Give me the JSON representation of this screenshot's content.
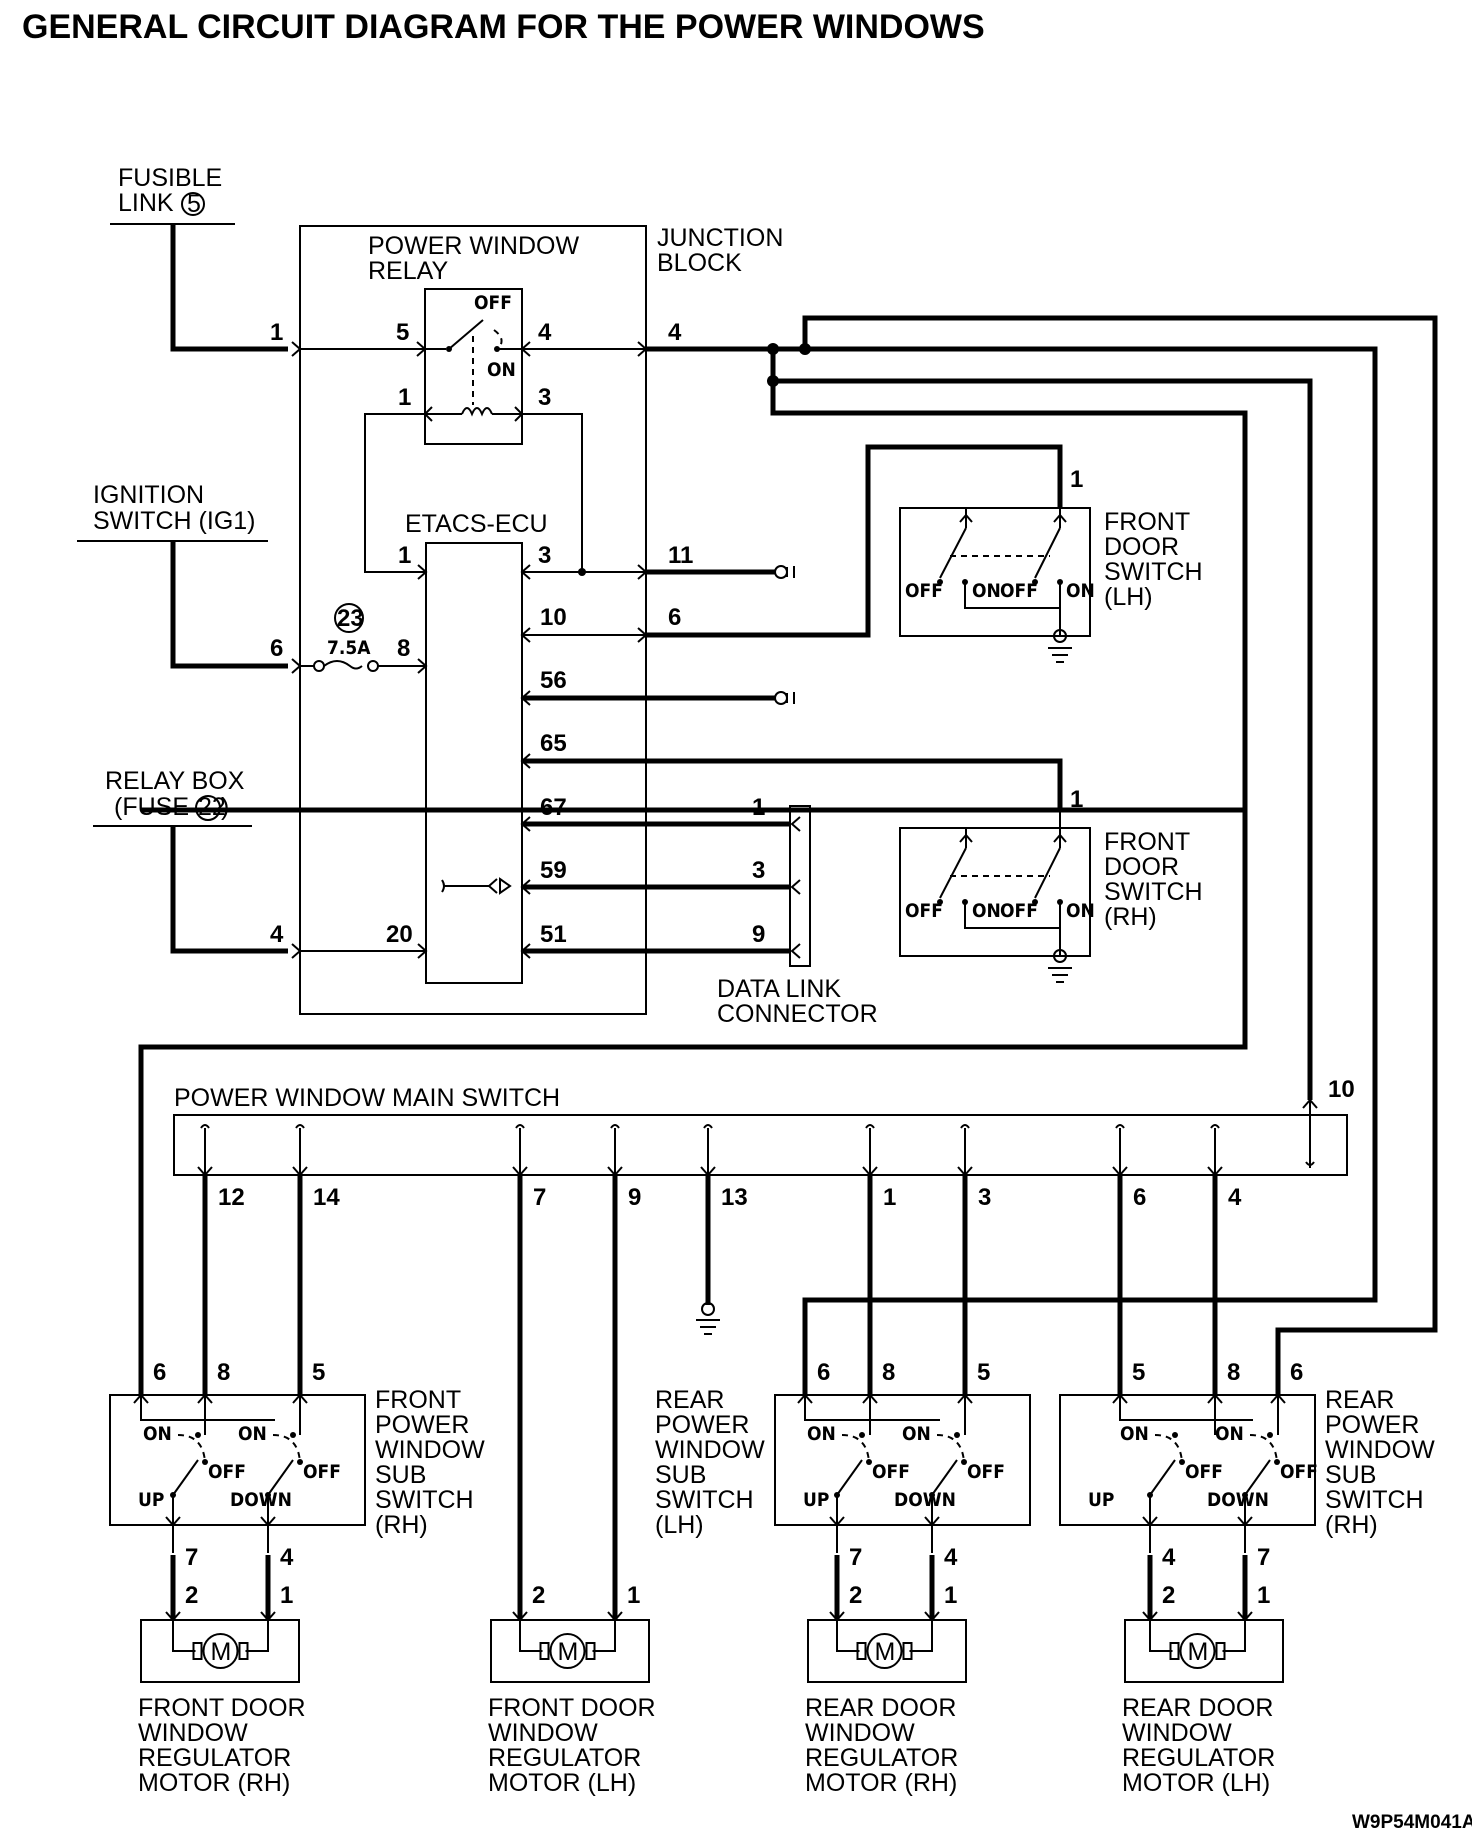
{
  "title": "GENERAL CIRCUIT DIAGRAM FOR THE POWER WINDOWS",
  "figure_code": "W9P54M041A",
  "sources": {
    "fusible_link": [
      "FUSIBLE",
      "LINK"
    ],
    "fusible_link_no": "5",
    "ignition_switch": [
      "IGNITION",
      "SWITCH (IG1)"
    ],
    "relay_box": [
      "RELAY BOX",
      "(FUSE",
      ")"
    ],
    "relay_box_fuse_no": "22"
  },
  "junction_block": {
    "label": [
      "JUNCTION",
      "BLOCK"
    ],
    "relay_label": [
      "POWER WINDOW",
      "RELAY"
    ],
    "relay_off": "OFF",
    "relay_on": "ON",
    "ecu_label": "ETACS-ECU",
    "fuse_no": "23",
    "fuse_rating": "7.5A",
    "pins": {
      "jb_in_fl": "1",
      "jb_in_ig": "6",
      "jb_in_rb": "4",
      "relay_5": "5",
      "relay_4": "4",
      "relay_1": "1",
      "relay_3": "3",
      "jb_out_4": "4",
      "jb_out_11": "11",
      "jb_out_6": "6",
      "ecu_1": "1",
      "ecu_3": "3",
      "ecu_8": "8",
      "ecu_20": "20",
      "ecu_10": "10",
      "ecu_56": "56",
      "ecu_65": "65",
      "ecu_67": "67",
      "ecu_59": "59",
      "ecu_51": "51"
    }
  },
  "data_link_connector": {
    "label": [
      "DATA LINK",
      "CONNECTOR"
    ],
    "pins": [
      "1",
      "3",
      "9"
    ]
  },
  "front_door_switch_lh": {
    "label": [
      "FRONT",
      "DOOR",
      "SWITCH",
      "(LH)"
    ],
    "pin": "1",
    "states": [
      "OFF",
      "ON",
      "OFF",
      "ON"
    ]
  },
  "front_door_switch_rh": {
    "label": [
      "FRONT",
      "DOOR",
      "SWITCH",
      "(RH)"
    ],
    "pin": "1",
    "states": [
      "OFF",
      "ON",
      "OFF",
      "ON"
    ]
  },
  "main_switch": {
    "label": "POWER WINDOW MAIN SWITCH",
    "pins": [
      "12",
      "14",
      "7",
      "9",
      "13",
      "1",
      "3",
      "6",
      "4",
      "10"
    ]
  },
  "sub_switches": [
    {
      "label": [
        "FRONT",
        "POWER",
        "WINDOW",
        "SUB",
        "SWITCH",
        "(RH)"
      ],
      "top_pins": [
        "6",
        "8",
        "5"
      ],
      "bottom_pins": [
        "7",
        "4"
      ],
      "states": [
        "ON",
        "ON",
        "OFF",
        "OFF",
        "UP",
        "DOWN"
      ]
    },
    {
      "label": [
        "REAR",
        "POWER",
        "WINDOW",
        "SUB",
        "SWITCH",
        "(LH)"
      ],
      "top_pins": [
        "6",
        "8",
        "5"
      ],
      "bottom_pins": [
        "7",
        "4"
      ],
      "states": [
        "ON",
        "ON",
        "OFF",
        "OFF",
        "UP",
        "DOWN"
      ]
    },
    {
      "label": [
        "REAR",
        "POWER",
        "WINDOW",
        "SUB",
        "SWITCH",
        "(RH)"
      ],
      "top_pins": [
        "5",
        "8",
        "6"
      ],
      "bottom_pins": [
        "4",
        "7"
      ],
      "states": [
        "ON",
        "ON",
        "OFF",
        "OFF",
        "UP",
        "DOWN"
      ]
    }
  ],
  "motors": [
    {
      "label": [
        "FRONT DOOR",
        "WINDOW",
        "REGULATOR",
        "MOTOR (RH)"
      ],
      "pins": [
        "2",
        "1"
      ],
      "symbol": "M"
    },
    {
      "label": [
        "FRONT DOOR",
        "WINDOW",
        "REGULATOR",
        "MOTOR (LH)"
      ],
      "pins": [
        "2",
        "1"
      ],
      "symbol": "M"
    },
    {
      "label": [
        "REAR DOOR",
        "WINDOW",
        "REGULATOR",
        "MOTOR (RH)"
      ],
      "pins": [
        "2",
        "1"
      ],
      "symbol": "M"
    },
    {
      "label": [
        "REAR DOOR",
        "WINDOW",
        "REGULATOR",
        "MOTOR (LH)"
      ],
      "pins": [
        "2",
        "1"
      ],
      "symbol": "M"
    }
  ]
}
